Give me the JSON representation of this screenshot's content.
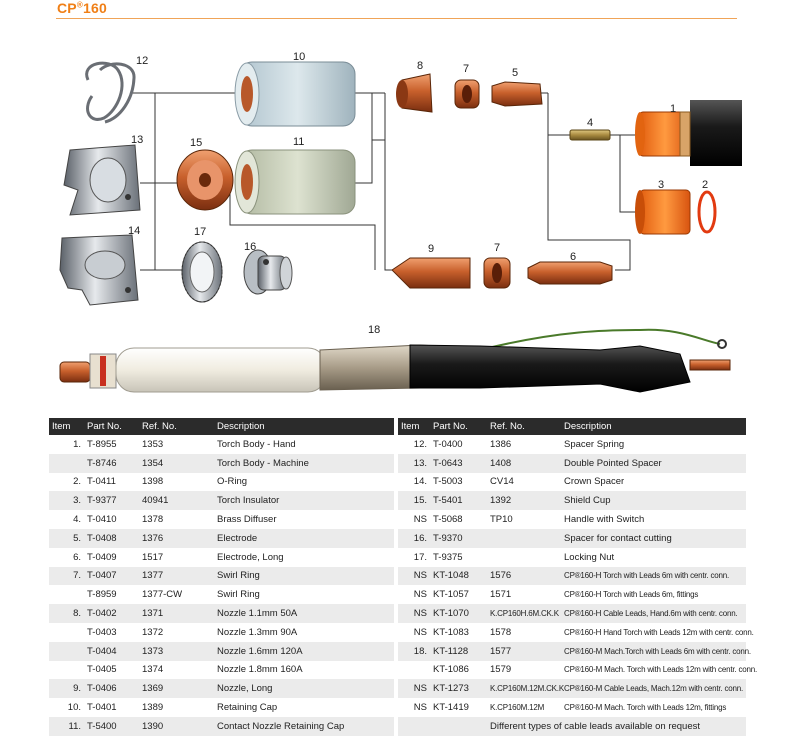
{
  "header": {
    "title_main": "CP",
    "title_sup": "®",
    "title_num": "160"
  },
  "callouts": [
    "1",
    "2",
    "3",
    "4",
    "5",
    "6",
    "7",
    "7",
    "8",
    "9",
    "10",
    "11",
    "12",
    "13",
    "14",
    "15",
    "16",
    "17",
    "18"
  ],
  "colors": {
    "accent": "#f07f16",
    "copper": "#c8602c",
    "header_bg": "#2b2b2b",
    "row_shade": "#ebebeb"
  },
  "table_headers": {
    "item": "Item",
    "part": "Part No.",
    "ref": "Ref. No.",
    "desc": "Description"
  },
  "left_rows": [
    {
      "item": "1.",
      "part": "T-8955",
      "ref": "1353",
      "desc": "Torch Body - Hand"
    },
    {
      "item": "",
      "part": "T-8746",
      "ref": "1354",
      "desc": "Torch Body - Machine"
    },
    {
      "item": "2.",
      "part": "T-0411",
      "ref": "1398",
      "desc": "O-Ring"
    },
    {
      "item": "3.",
      "part": "T-9377",
      "ref": "40941",
      "desc": "Torch Insulator"
    },
    {
      "item": "4.",
      "part": "T-0410",
      "ref": "1378",
      "desc": "Brass Diffuser"
    },
    {
      "item": "5.",
      "part": "T-0408",
      "ref": "1376",
      "desc": "Electrode"
    },
    {
      "item": "6.",
      "part": "T-0409",
      "ref": "1517",
      "desc": "Electrode, Long"
    },
    {
      "item": "7.",
      "part": "T-0407",
      "ref": "1377",
      "desc": "Swirl Ring"
    },
    {
      "item": "",
      "part": "T-8959",
      "ref": "1377-CW",
      "desc": "Swirl Ring"
    },
    {
      "item": "8.",
      "part": "T-0402",
      "ref": "1371",
      "desc": "Nozzle 1.1mm 50A"
    },
    {
      "item": "",
      "part": "T-0403",
      "ref": "1372",
      "desc": "Nozzle 1.3mm 90A"
    },
    {
      "item": "",
      "part": "T-0404",
      "ref": "1373",
      "desc": "Nozzle 1.6mm 120A"
    },
    {
      "item": "",
      "part": "T-0405",
      "ref": "1374",
      "desc": "Nozzle 1.8mm 160A"
    },
    {
      "item": "9.",
      "part": "T-0406",
      "ref": "1369",
      "desc": "Nozzle, Long"
    },
    {
      "item": "10.",
      "part": "T-0401",
      "ref": "1389",
      "desc": "Retaining Cap"
    },
    {
      "item": "11.",
      "part": "T-5400",
      "ref": "1390",
      "desc": "Contact Nozzle Retaining Cap"
    }
  ],
  "right_rows": [
    {
      "item": "12.",
      "part": "T-0400",
      "ref": "1386",
      "desc": "Spacer Spring"
    },
    {
      "item": "13.",
      "part": "T-0643",
      "ref": "1408",
      "desc": "Double Pointed Spacer"
    },
    {
      "item": "14.",
      "part": "T-5003",
      "ref": "CV14",
      "desc": "Crown Spacer"
    },
    {
      "item": "15.",
      "part": "T-5401",
      "ref": "1392",
      "desc": "Shield Cup"
    },
    {
      "item": "NS",
      "part": "T-5068",
      "ref": "TP10",
      "desc": "Handle with Switch"
    },
    {
      "item": "16.",
      "part": "T-9370",
      "ref": "",
      "desc": "Spacer for contact cutting"
    },
    {
      "item": "17.",
      "part": "T-9375",
      "ref": "",
      "desc": "Locking Nut"
    },
    {
      "item": "NS",
      "part": "KT-1048",
      "ref": "1576",
      "desc": "CP®160-H Torch with Leads 6m with centr. conn."
    },
    {
      "item": "NS",
      "part": "KT-1057",
      "ref": "1571",
      "desc": "CP®160-H Torch with Leads 6m, fittings"
    },
    {
      "item": "NS",
      "part": "KT-1070",
      "ref": "K.CP160H.6M.CK.K",
      "desc": "CP®160-H Cable Leads, Hand.6m with centr. conn."
    },
    {
      "item": "NS",
      "part": "KT-1083",
      "ref": "1578",
      "desc": "CP®160-H Hand Torch with Leads 12m with centr. conn."
    },
    {
      "item": "18.",
      "part": "KT-1128",
      "ref": "1577",
      "desc": "CP®160-M Mach.Torch with Leads 6m with centr. conn."
    },
    {
      "item": "",
      "part": "KT-1086",
      "ref": "1579",
      "desc": "CP®160-M Mach. Torch with Leads 12m with centr. conn."
    },
    {
      "item": "NS",
      "part": "KT-1273",
      "ref": "K.CP160M.12M.CK.K",
      "desc": "CP®160-M Cable Leads, Mach.12m with centr. conn."
    },
    {
      "item": "NS",
      "part": "KT-1419",
      "ref": "K.CP160M.12M",
      "desc": "CP®160-M Mach. Torch with Leads 12m, fittings"
    },
    {
      "item": "",
      "part": "",
      "ref": "",
      "desc": "Different types of cable leads available on request"
    }
  ]
}
